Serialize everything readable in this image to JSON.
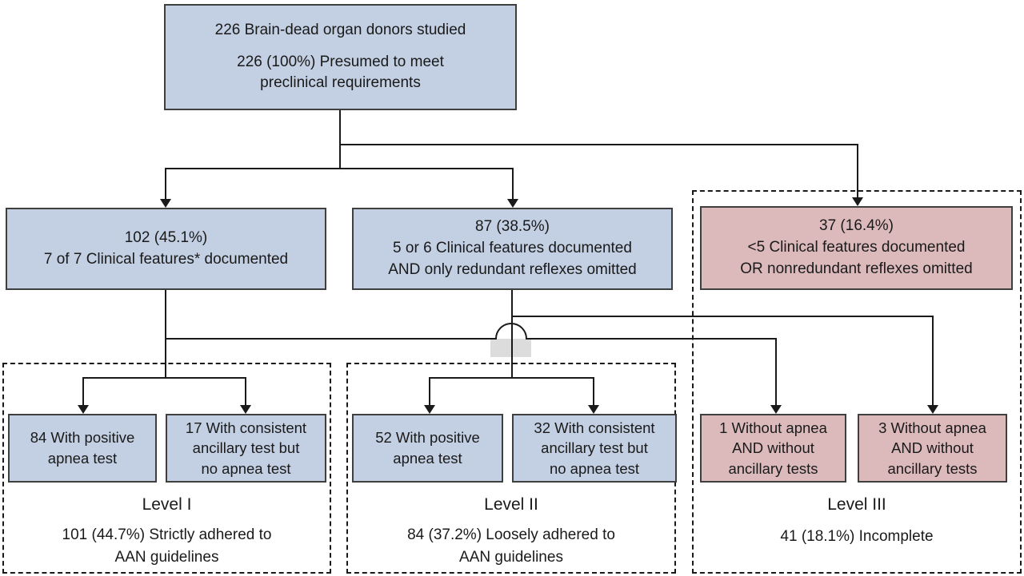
{
  "colors": {
    "blue_fill": "#c3cfe2",
    "pink_fill": "#dcbabc",
    "box_border": "#3f3f3f",
    "line_color": "#1a1a1a",
    "artifact_gray": "#dcdcdc",
    "text": "#1a1a1a"
  },
  "nodes": {
    "root": {
      "lines": [
        "226 Brain-dead organ donors studied",
        "226 (100%) Presumed to meet",
        "preclinical requirements"
      ]
    },
    "clinical_7of7": {
      "lines": [
        "102 (45.1%)",
        "7 of 7 Clinical features* documented"
      ]
    },
    "clinical_5or6": {
      "lines": [
        "87 (38.5%)",
        "5 or 6 Clinical features documented",
        "AND only redundant reflexes omitted"
      ]
    },
    "clinical_lt5": {
      "lines": [
        "37 (16.4%)",
        "<5 Clinical features documented",
        "OR nonredundant reflexes omitted"
      ]
    },
    "level1_apnea": {
      "lines": [
        "84 With positive",
        "apnea test"
      ]
    },
    "level1_ancillary": {
      "lines": [
        "17 With consistent",
        "ancillary test but",
        "no apnea test"
      ]
    },
    "level2_apnea": {
      "lines": [
        "52 With positive",
        "apnea test"
      ]
    },
    "level2_ancillary": {
      "lines": [
        "32 With consistent",
        "ancillary test but",
        "no apnea test"
      ]
    },
    "level3_no_tests_a": {
      "lines": [
        "1 Without apnea",
        "AND without",
        "ancillary tests"
      ]
    },
    "level3_no_tests_b": {
      "lines": [
        "3 Without apnea",
        "AND without",
        "ancillary tests"
      ]
    }
  },
  "levels": {
    "level1": {
      "label": "Level I",
      "caption": [
        "101 (44.7%) Strictly adhered to",
        "AAN guidelines"
      ]
    },
    "level2": {
      "label": "Level II",
      "caption": [
        "84 (37.2%) Loosely adhered to",
        "AAN guidelines"
      ]
    },
    "level3": {
      "label": "Level III",
      "caption": [
        "41 (18.1%) Incomplete"
      ]
    }
  }
}
